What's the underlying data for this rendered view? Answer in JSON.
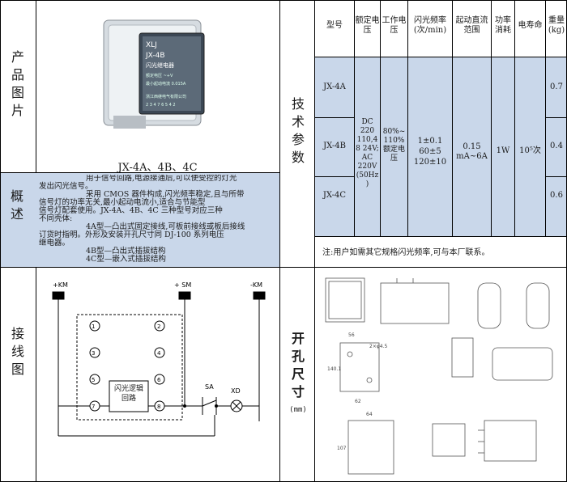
{
  "product": {
    "label": "产品图片",
    "models_caption": "JX-4A、4B、4C",
    "device_brand": "XLJ",
    "device_model": "JX-4B",
    "device_name": "闪光继电器",
    "device_voltage": "额定电压 ~+V",
    "device_current": "最小起动电流 0.015A",
    "device_maker": "浙江西继电气有限公司",
    "device_number": "2 3 4 7 6 5 4 2"
  },
  "specs": {
    "label": "技术参数",
    "headers": [
      "型号",
      "额定电压",
      "工作电压",
      "闪光频率(次/min)",
      "起动直流范围",
      "功率消耗",
      "电寿命",
      "重量(kg)"
    ],
    "models": [
      "JX-4A",
      "JX-4B",
      "JX-4C"
    ],
    "rated_voltage": "DC 220 110,48 24V; AC 220V (50Hz)",
    "work_voltage": "80%~ 110% 额定电压",
    "flash_freq": "1±0.1 60±5 120±10",
    "start_range": "0.15 mA~6A",
    "power": "1W",
    "life": "10⁵次",
    "weights": [
      "0.7",
      "0.4",
      "0.6"
    ],
    "note": "注:用户如需其它规格闪光频率,可与本厂联系。"
  },
  "overview": {
    "label": "概述",
    "lines": [
      "用于信号回路,电源接通后,可以使受控的灯光",
      "发出闪光信号。",
      "采用 CMOS 器件构成,闪光频率稳定,且与所带",
      "信号灯的功率无关,最小起动电流小,适合与节能型",
      "信号灯配套使用。JX-4A、4B、4C 三种型号对应三种",
      "不同壳体:",
      "4A型—凸出式固定接线,可板前接线或板后接线",
      "订货时指明。外形及安装开孔尺寸同 DJ-100 系列电压",
      "继电器。",
      "4B型—凸出式插拔结构",
      "4C型—嵌入式插拔结构"
    ]
  },
  "wiring": {
    "label": "接线图",
    "km_plus": "+KM",
    "sm_plus": "+ SM",
    "km_minus": "-KM",
    "pins": [
      "1",
      "2",
      "3",
      "4",
      "5",
      "6",
      "7",
      "8"
    ],
    "logic_box": "闪光逻辑回路",
    "sa": "SA",
    "xd": "XD"
  },
  "cutout": {
    "label": "开孔尺寸",
    "unit": "(mm)",
    "dims": [
      "56",
      "2×φ4.5",
      "140.1",
      "62",
      "64",
      "107"
    ]
  }
}
